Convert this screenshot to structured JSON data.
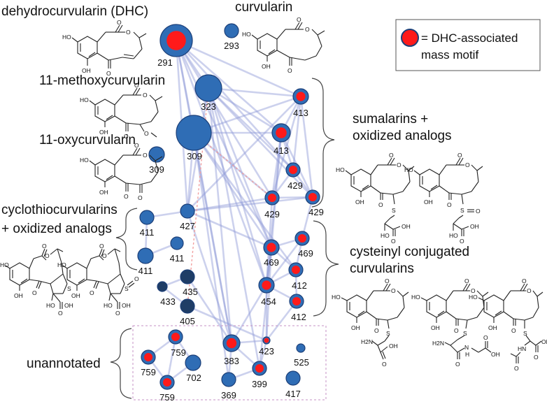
{
  "labels": {
    "dhc": "dehydrocurvularin (DHC)",
    "curvularin": "curvularin",
    "methoxy": "11-methoxycurvularin",
    "oxy": "11-oxycurvularin",
    "cyclothio_1": "cyclothiocurvularins",
    "cyclothio_2": "+ oxidized analogs",
    "sumalarins_1": "sumalarins +",
    "sumalarins_2": "oxidized analogs",
    "cysteinyl_1": "cysteinyl conjugated",
    "cysteinyl_2": "curvularins",
    "unannotated": "unannotated"
  },
  "legend": {
    "line1": "= DHC-associated",
    "line2": "mass motif"
  },
  "colors": {
    "node_fill": "#2f6db5",
    "node_stroke": "#1c3f78",
    "node_dark": "#1f3d66",
    "motif": "#ff1a1a",
    "edge": "#8f98d6",
    "edge_dashed": "#f2a0a0",
    "box": "#c592c5"
  },
  "atoms": {
    "HO": "HO",
    "OH": "OH",
    "O": "O",
    "S": "S",
    "H2N": "H2N",
    "HN": "HN",
    "N": "N",
    "H": "H"
  },
  "nodes": [
    {
      "id": "n291",
      "label": "291",
      "motif": true
    },
    {
      "id": "n293",
      "label": "293",
      "motif": false
    },
    {
      "id": "n323",
      "label": "323",
      "motif": false
    },
    {
      "id": "n309a",
      "label": "309",
      "motif": false
    },
    {
      "id": "n309b",
      "label": "309",
      "motif": false
    },
    {
      "id": "n413a",
      "label": "413",
      "motif": true
    },
    {
      "id": "n413b",
      "label": "413",
      "motif": true
    },
    {
      "id": "n429a",
      "label": "429",
      "motif": true
    },
    {
      "id": "n429b",
      "label": "429",
      "motif": true
    },
    {
      "id": "n429c",
      "label": "429",
      "motif": true
    },
    {
      "id": "n427",
      "label": "427",
      "motif": false
    },
    {
      "id": "n411a",
      "label": "411",
      "motif": false
    },
    {
      "id": "n411b",
      "label": "411",
      "motif": false
    },
    {
      "id": "n411c",
      "label": "411",
      "motif": false
    },
    {
      "id": "n435",
      "label": "435",
      "motif": false
    },
    {
      "id": "n433",
      "label": "433",
      "motif": false
    },
    {
      "id": "n405",
      "label": "405",
      "motif": false
    },
    {
      "id": "n469a",
      "label": "469",
      "motif": true
    },
    {
      "id": "n469b",
      "label": "469",
      "motif": true
    },
    {
      "id": "n412a",
      "label": "412",
      "motif": true
    },
    {
      "id": "n454",
      "label": "454",
      "motif": true
    },
    {
      "id": "n412b",
      "label": "412",
      "motif": true
    },
    {
      "id": "n759a",
      "label": "759",
      "motif": true
    },
    {
      "id": "n759b",
      "label": "759",
      "motif": true
    },
    {
      "id": "n702",
      "label": "702",
      "motif": false
    },
    {
      "id": "n759c",
      "label": "759",
      "motif": true
    },
    {
      "id": "n383",
      "label": "383",
      "motif": true
    },
    {
      "id": "n423",
      "label": "423",
      "motif": true
    },
    {
      "id": "n525",
      "label": "525",
      "motif": false
    },
    {
      "id": "n369",
      "label": "369",
      "motif": false
    },
    {
      "id": "n399",
      "label": "399",
      "motif": true
    },
    {
      "id": "n417",
      "label": "417",
      "motif": false
    }
  ]
}
